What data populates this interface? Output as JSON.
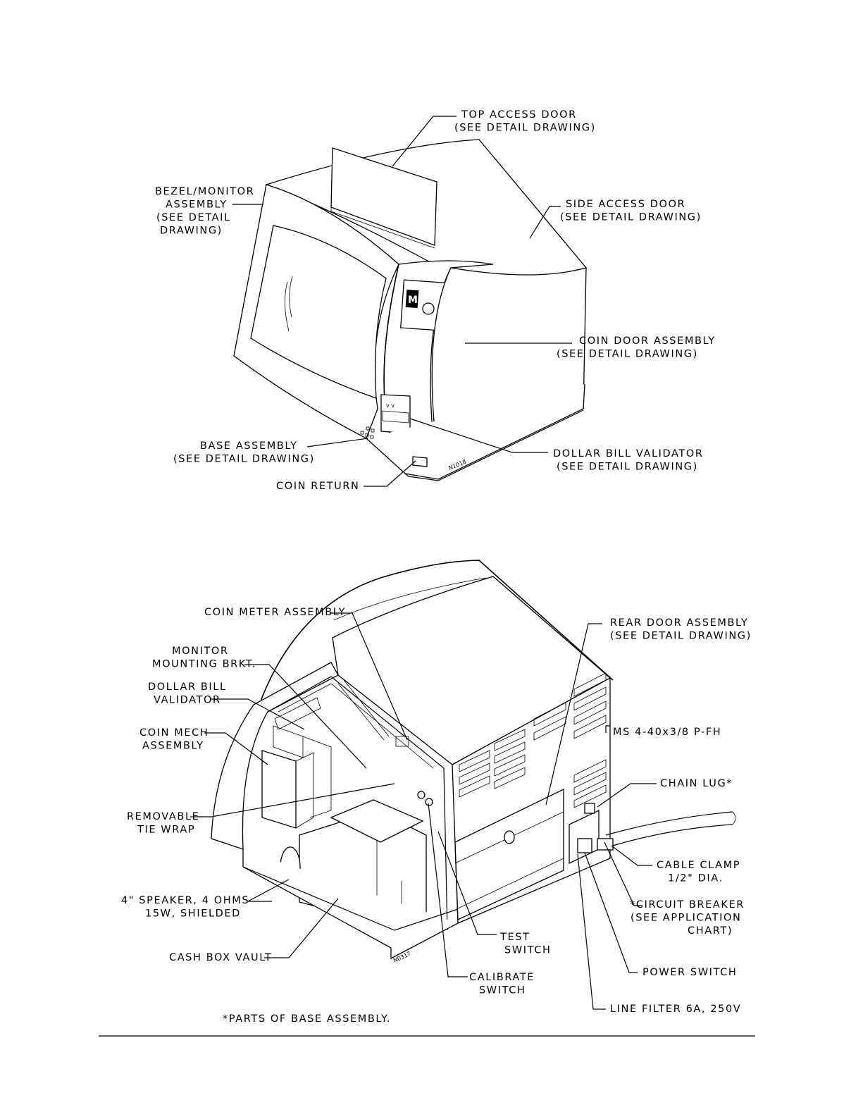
{
  "top_view": {
    "callouts": [
      {
        "id": "top-access-door",
        "lines": [
          "TOP ACCESS DOOR",
          "(SEE DETAIL DRAWING)"
        ]
      },
      {
        "id": "bezel-monitor",
        "lines": [
          "BEZEL/MONITOR",
          "ASSEMBLY",
          "(SEE DETAIL",
          "DRAWING)"
        ]
      },
      {
        "id": "side-access-door",
        "lines": [
          "SIDE ACCESS DOOR",
          "(SEE DETAIL DRAWING)"
        ]
      },
      {
        "id": "coin-door",
        "lines": [
          "COIN DOOR ASSEMBLY",
          "(SEE DETAIL DRAWING)"
        ]
      },
      {
        "id": "base-assembly",
        "lines": [
          "BASE ASSEMBLY",
          "(SEE DETAIL DRAWING)"
        ]
      },
      {
        "id": "dollar-bill-validator",
        "lines": [
          "DOLLAR BILL VALIDATOR",
          "(SEE DETAIL DRAWING)"
        ]
      },
      {
        "id": "coin-return",
        "lines": [
          "COIN RETURN"
        ]
      }
    ],
    "drawing_number": "N1018"
  },
  "bottom_view": {
    "callouts": [
      {
        "id": "coin-meter",
        "lines": [
          "COIN METER ASSEMBLY"
        ]
      },
      {
        "id": "rear-door",
        "lines": [
          "REAR DOOR ASSEMBLY",
          "(SEE DETAIL DRAWING)"
        ]
      },
      {
        "id": "monitor-bracket",
        "lines": [
          "MONITOR",
          "MOUNTING BRKT."
        ]
      },
      {
        "id": "dbv",
        "lines": [
          "DOLLAR BILL",
          "VALIDATOR"
        ]
      },
      {
        "id": "coin-mech",
        "lines": [
          "COIN MECH",
          "ASSEMBLY"
        ]
      },
      {
        "id": "ms-screw",
        "lines": [
          "MS 4-40x3/8 P-FH"
        ]
      },
      {
        "id": "chain-lug",
        "lines": [
          "CHAIN LUG*"
        ]
      },
      {
        "id": "tie-wrap",
        "lines": [
          "REMOVABLE",
          "TIE WRAP"
        ]
      },
      {
        "id": "cable-clamp",
        "lines": [
          "CABLE CLAMP",
          "1/2\" DIA."
        ]
      },
      {
        "id": "speaker",
        "lines": [
          "4\" SPEAKER, 4 OHMS",
          "15W, SHIELDED"
        ]
      },
      {
        "id": "circuit-breaker",
        "lines": [
          "*CIRCUIT BREAKER",
          "(SEE APPLICATION",
          "CHART)"
        ]
      },
      {
        "id": "test-switch",
        "lines": [
          "TEST",
          "SWITCH"
        ]
      },
      {
        "id": "cash-box",
        "lines": [
          "CASH BOX VAULT"
        ]
      },
      {
        "id": "power-switch",
        "lines": [
          "POWER SWITCH"
        ]
      },
      {
        "id": "calibrate-switch",
        "lines": [
          "CALIBRATE",
          "SWITCH"
        ]
      },
      {
        "id": "line-filter",
        "lines": [
          "LINE FILTER 6A, 250V"
        ]
      }
    ],
    "drawing_number": "N0317",
    "footnote": "*PARTS OF BASE ASSEMBLY."
  }
}
